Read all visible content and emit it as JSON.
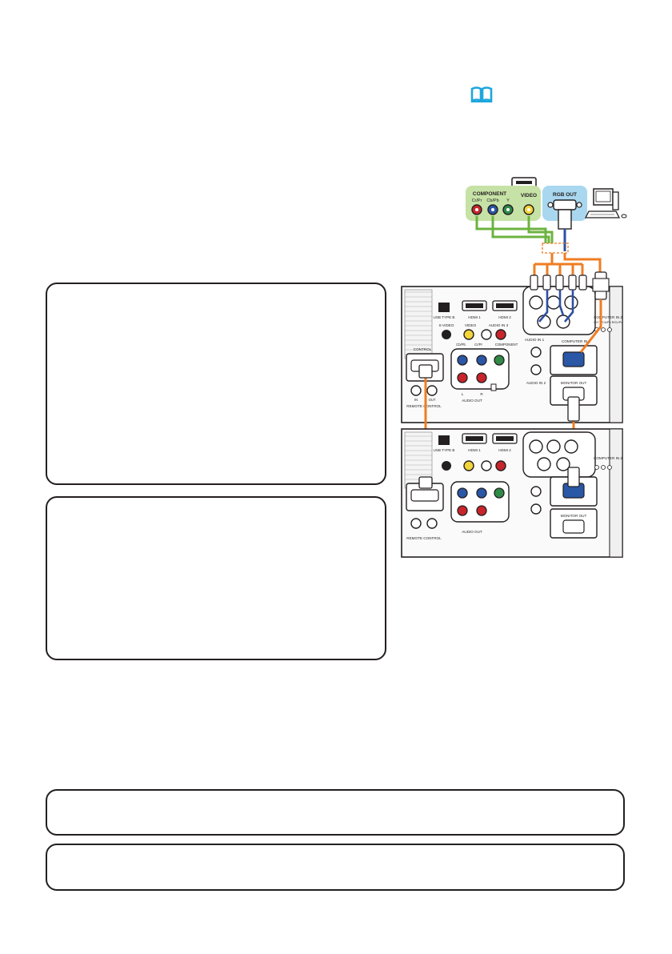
{
  "colors": {
    "cable_orange": "#ef7d22",
    "cable_blue": "#2e4fa3",
    "cable_green": "#6cb33f",
    "component_panel": "#c6e2a6",
    "rgb_panel": "#a9d7ef",
    "book_icon": "#1da6dc",
    "jack_red": "#c8242b",
    "jack_blue": "#2a57a6",
    "jack_green": "#2f8a48",
    "jack_yellow": "#f2d43b",
    "box_border": "#231f20"
  },
  "icons": [
    "book-reference-icon",
    "computer-icon",
    "dvd-player-icon"
  ],
  "source_panel": {
    "component_label": "COMPONENT",
    "component_jacks": [
      "Cr/Pr",
      "Cb/Pb",
      "Y"
    ],
    "video_label": "VIDEO",
    "rgb_out_label": "RGB OUT"
  },
  "projector_labels": {
    "usb_type_b": "USB TYPE B",
    "hdmi1": "HDMI 1",
    "hdmi2": "HDMI 2",
    "s_video": "S-VIDEO",
    "video": "VIDEO",
    "audio_in3": "AUDIO IN 3",
    "control": "CONTROL",
    "component": "COMPONENT",
    "cb_pb": "Cb/Pb",
    "cr_pr": "Cr/Pr",
    "audio_in1": "AUDIO IN 1",
    "audio_in2": "AUDIO IN 2",
    "computer_in1": "COMPUTER IN 1",
    "computer_in2": "COMPUTER IN 2",
    "computer_in2_sub": "G/Y  B/Cb/Pb  R/Cr/Pr",
    "monitor_out": "MONITOR OUT",
    "audio_out": "AUDIO OUT",
    "audio_l": "L",
    "audio_r": "R",
    "remote_control": "REMOTE CONTROL",
    "in": "IN",
    "out": "OUT"
  }
}
